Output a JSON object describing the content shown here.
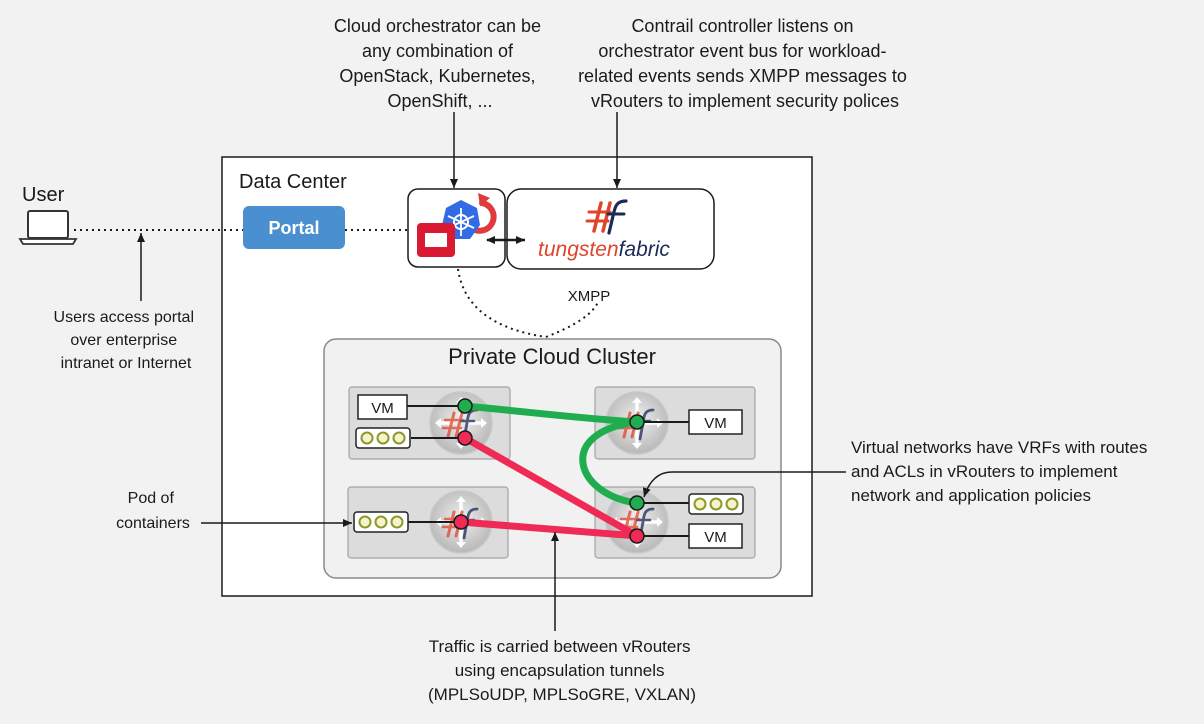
{
  "annotations": {
    "orchestrator_note": [
      "Cloud orchestrator can be",
      "any combination of",
      "OpenStack, Kubernetes,",
      "OpenShift, ..."
    ],
    "controller_note": [
      "Contrail controller listens on",
      "orchestrator event bus for workload-",
      "related events sends XMPP messages to",
      "vRouters to implement security polices"
    ],
    "user_access_note": [
      "Users access portal",
      "over enterprise",
      "intranet or Internet"
    ],
    "pod_note": [
      "Pod of",
      "containers"
    ],
    "vrf_note": [
      "Virtual networks have VRFs with routes",
      "and ACLs in vRouters to implement",
      "network and application policies"
    ],
    "traffic_note": [
      "Traffic is carried between vRouters",
      "using encapsulation tunnels",
      "(MPLSoUDP, MPLSoGRE, VXLAN)"
    ]
  },
  "user_label": "User",
  "data_center_label": "Data Center",
  "portal_label": "Portal",
  "tungsten_logo": {
    "part1": "tungsten",
    "part2": "fabric"
  },
  "xmpp_label": "XMPP",
  "cluster_label": "Private Cloud Cluster",
  "vm_label": "VM",
  "colors": {
    "portal": "#4a8fd0",
    "green_tunnel": "#1fad4f",
    "red_tunnel": "#ee2a55",
    "tungsten_orange": "#e0442a",
    "tungsten_navy": "#1d2a57",
    "background": "#f2f2f2"
  },
  "icons": [
    "laptop-icon",
    "openstack-icon",
    "kubernetes-icon",
    "openshift-icon",
    "tungsten-fabric-icon",
    "vrouter-icon"
  ]
}
